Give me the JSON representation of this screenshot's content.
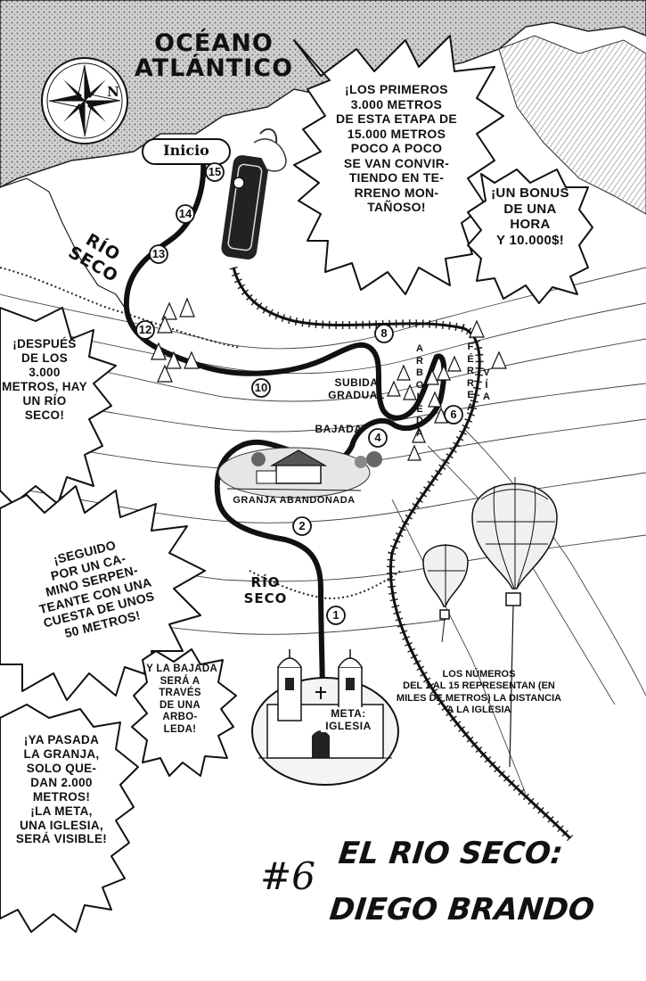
{
  "map": {
    "title": "OCÉANO\nATLÁNTICO",
    "start_label": "Inicio",
    "river_label_top": "RÍO\nSECO",
    "river_label_bottom": "RÍO\nSECO",
    "subida_label": "SUBIDA\nGRADUAL",
    "bajada_label": "BAJADA",
    "farm_label": "GRANJA ABANDONADA",
    "arboleda_label": "A\nR\nB\nO\nL\nE\nD\nA",
    "ferrea_label": "F\nÉ\nR\nR\nE\nA",
    "via_label": "V\nÍ\nA",
    "goal_label": "META:\nIGLESIA",
    "compass_letter": "N",
    "distance_markers": [
      "15",
      "14",
      "13",
      "12",
      "10",
      "8",
      "6",
      "4",
      "2",
      "1"
    ],
    "legend_note": "LOS NÚMEROS\nDEL 1 AL 15 REPRESENTAN (EN\nMILES DE METROS) LA DISTANCIA\nA LA IGLESIA"
  },
  "captions": {
    "first_3000": "¡LOS PRIMEROS\n3.000 METROS\nDE ESTA ETAPA DE\n15.000 METROS\nPOCO A POCO\nSE VAN CONVIR-\nTIENDO EN TE-\nRRENO MON-\nTAÑOSO!",
    "bonus": "¡UN BONUS\nDE UNA\nHORA\nY 10.000$!",
    "dry_river": "¡DESPUÉS\nDE LOS\n3.000\nMETROS, HAY\nUN RÍO\nSECO!",
    "serpent_road": "¡SEGUIDO\nPOR UN CA-\nMINO SERPEN-\nTEANTE CON UNA\nCUESTA DE UNOS\n50 METROS!",
    "descent": "¡Y LA BAJADA\nSERÁ A\nTRAVÉS\nDE UNA\nARBO-\nLEDA!",
    "after_farm": "¡YA PASADA\nLA GRANJA,\nSOLO QUE-\nDAN 2.000\nMETROS!\n¡LA META,\nUNA IGLESIA,\nSERÁ VISIBLE!"
  },
  "chapter": {
    "number": "#6",
    "title_line1": "EL RIO SECO:",
    "title_line2": "DIEGO BRANDO"
  }
}
